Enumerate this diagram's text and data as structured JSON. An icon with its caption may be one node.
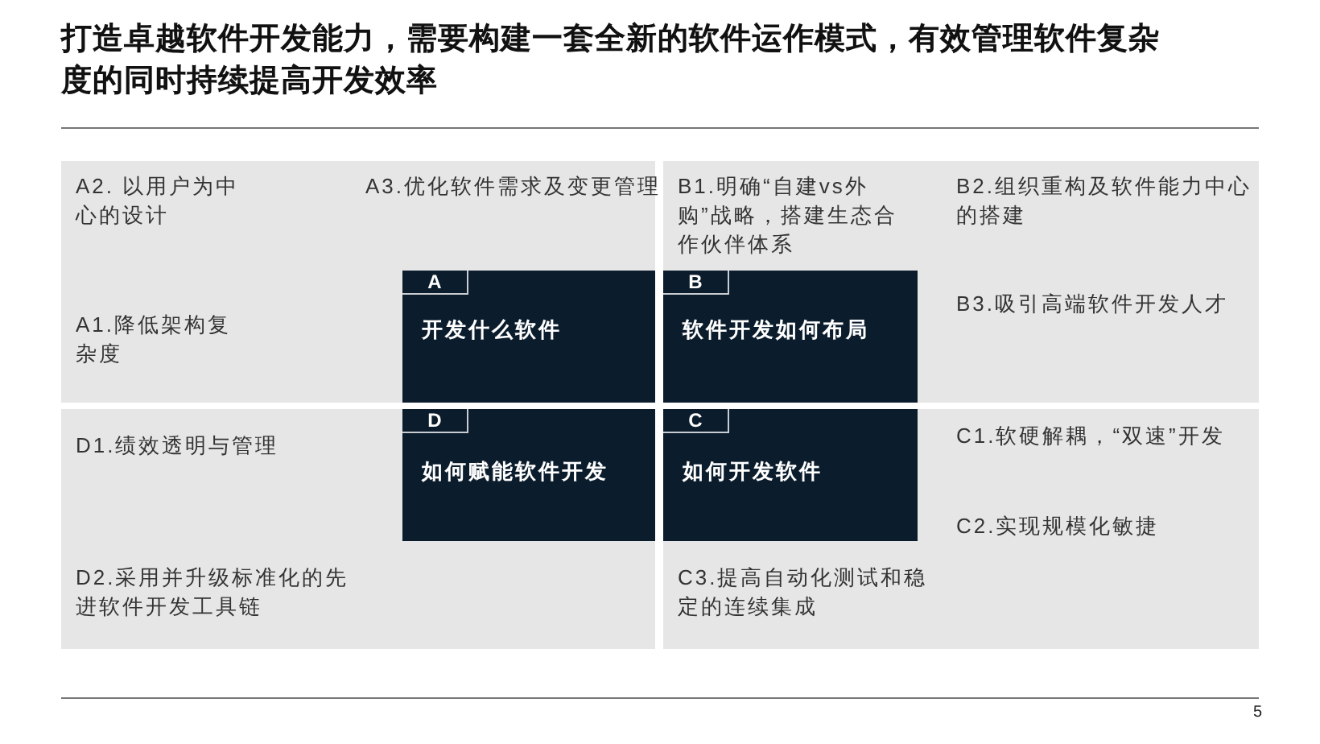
{
  "diagram": {
    "title": "打造卓越软件开发能力，需要构建一套全新的软件运作模式，有效管理软件复杂度的同时持续提高开发效率",
    "nodes": [
      {
        "text": [
          "A2. 以用户为中心的设计",
          "A3.优化软件需求及变更管理",
          "A1.降低架构复杂度"
        ]
      },
      {
        "text": [
          "开发什么软件"
        ],
        "in": 0
      },
      {
        "text": [
          "A"
        ],
        "in": 1
      },
      {
        "text": [
          "B1.明确“自建vs外购”战略，搭建生态合作伙伴体系",
          "B2.组织重构及软件能力中心的搭建",
          "B3.吸引高端软件开发人才"
        ]
      },
      {
        "text": [
          "软件开发如何布局"
        ],
        "in": 3
      },
      {
        "text": [
          "B"
        ],
        "in": 4
      },
      {
        "text": [
          "D1.绩效透明与管理",
          "D2.采用并升级标准化的先进软件开发工具链"
        ]
      },
      {
        "text": [
          "如何赋能软件开发"
        ],
        "in": 6
      },
      {
        "text": [
          "D"
        ],
        "in": 7
      },
      {
        "text": [
          "C1.软硬解耦，“双速”开发",
          "C2.实现规模化敏捷",
          "C3.提高自动化测试和稳定的连续集成"
        ]
      },
      {
        "text": [
          "如何开发软件"
        ],
        "in": 9
      },
      {
        "text": [
          "C"
        ],
        "in": 10
      }
    ],
    "labels": [
      "5"
    ]
  }
}
